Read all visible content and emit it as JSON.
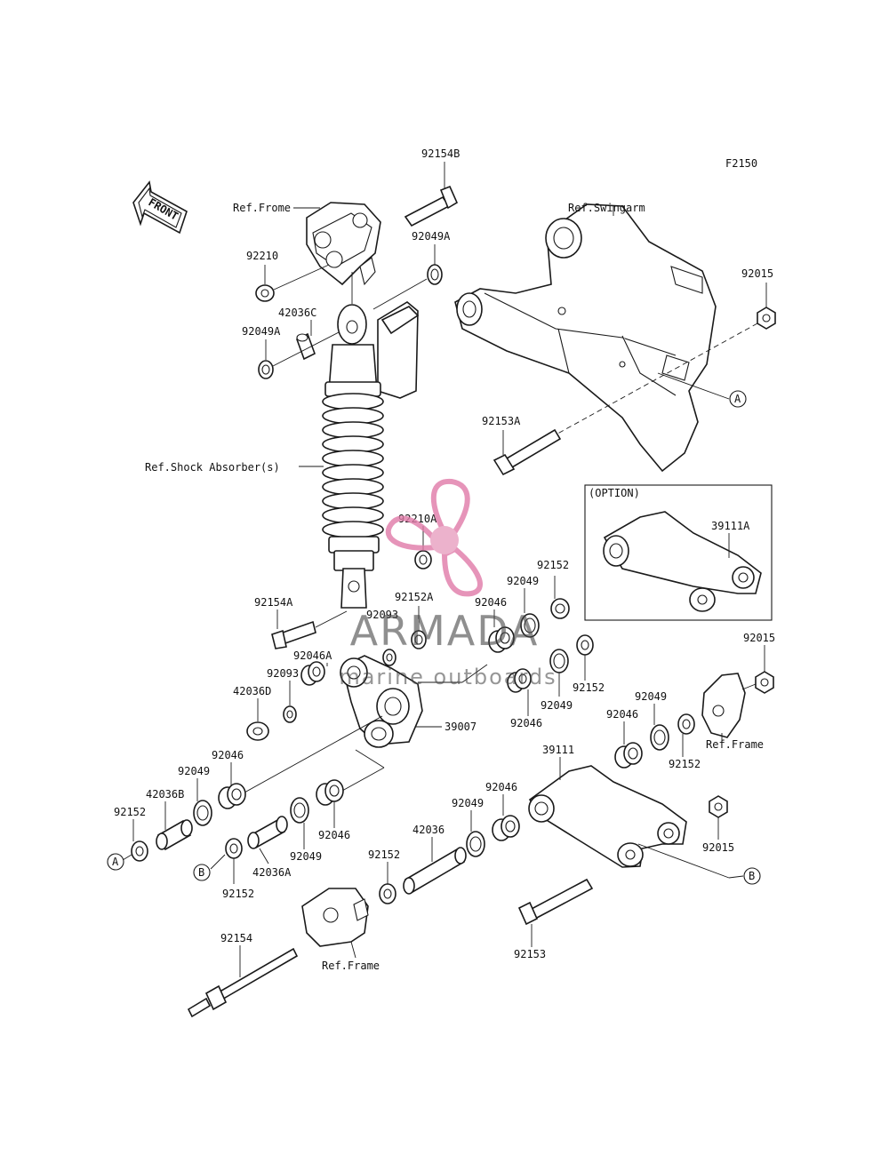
{
  "figure_code": "F2150",
  "front_arrow_label": "FRONT",
  "option_label": "(OPTION)",
  "references": {
    "frame_top": "Ref.Frome",
    "swingarm": "Ref.Swingarm",
    "shock_absorber": "Ref.Shock Absorber(s)",
    "frame_right": "Ref.Frame",
    "frame_bottom": "Ref.Frame"
  },
  "callouts": {
    "a": "A",
    "b": "B"
  },
  "part_numbers": [
    "92154B",
    "92049A",
    "92210",
    "42036C",
    "92049A",
    "92015",
    "92153A",
    "92210A",
    "39111A",
    "92154A",
    "92093",
    "92152A",
    "92049",
    "92152",
    "92046",
    "92046A",
    "92093",
    "92152",
    "92049",
    "42036D",
    "92046",
    "39007",
    "92015",
    "92049",
    "92046",
    "92152",
    "92046",
    "92049",
    "42036B",
    "92152",
    "42036A",
    "92049",
    "92046",
    "39111",
    "92046",
    "92049",
    "42036",
    "92015",
    "92152",
    "92152",
    "92153",
    "92154"
  ],
  "watermark": {
    "brand": "ARMADA",
    "tagline": "marine outboards",
    "accent_color": "#e07aa8"
  }
}
